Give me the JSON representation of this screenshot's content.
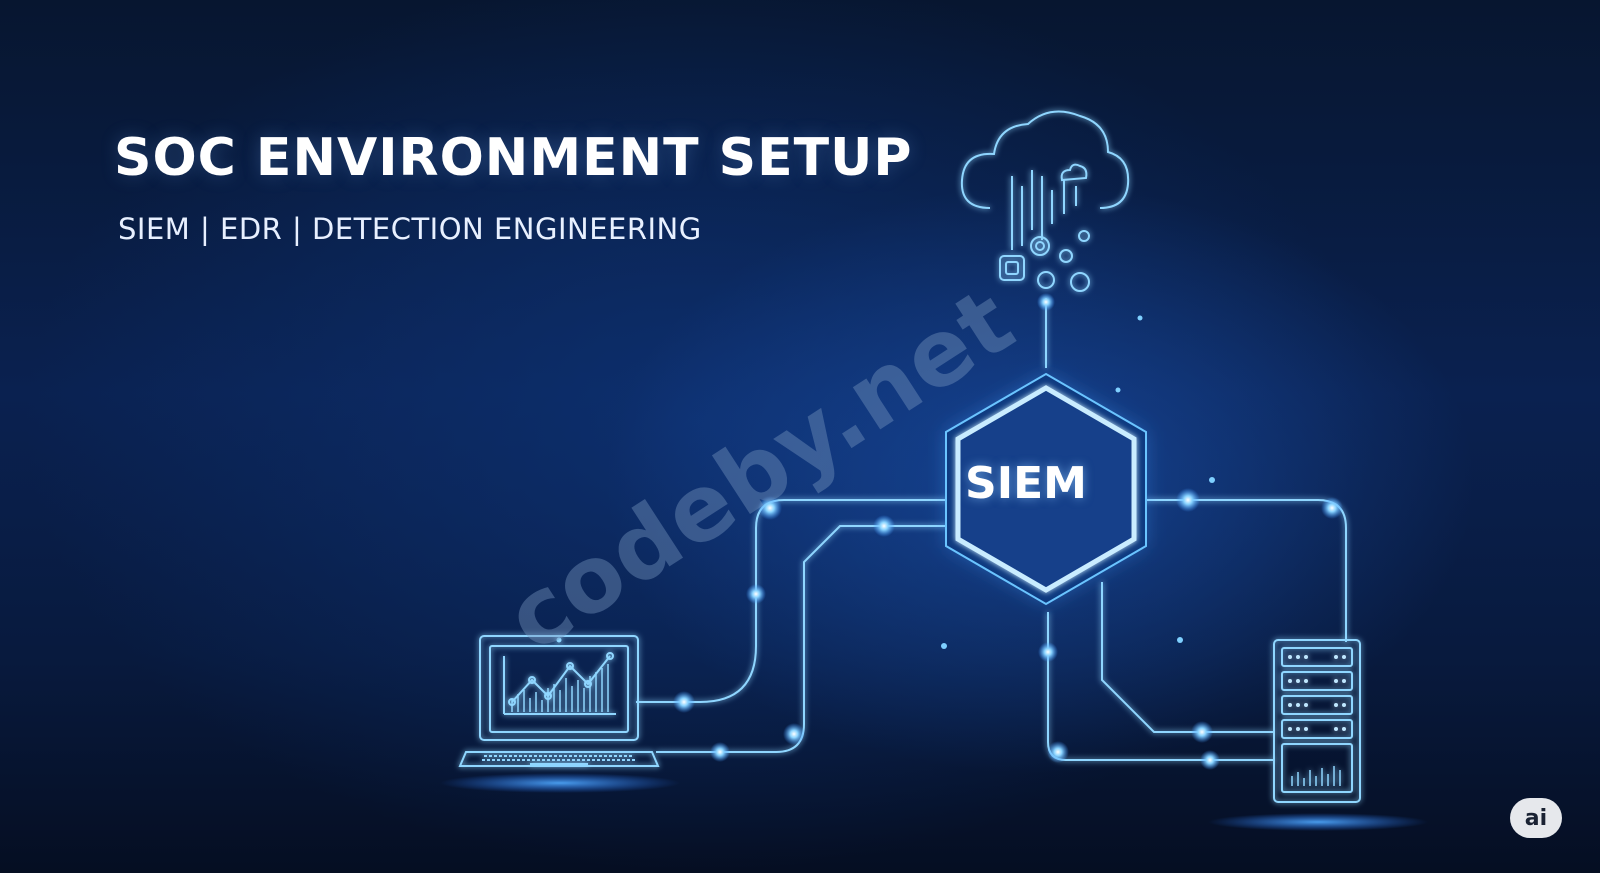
{
  "hero": {
    "title": "SOC ENVIRONMENT SETUP",
    "subtitle": "SIEM | EDR | DETECTION ENGINEERING"
  },
  "diagram": {
    "hub_label": "SIEM",
    "icons": [
      "cloud-icon",
      "laptop-icon",
      "server-rack-icon"
    ]
  },
  "watermark": "codeby.net",
  "badge": "ai",
  "colors": {
    "background": "#061127",
    "line_glow": "#7fd0ff",
    "accent": "#3fa9ff"
  }
}
